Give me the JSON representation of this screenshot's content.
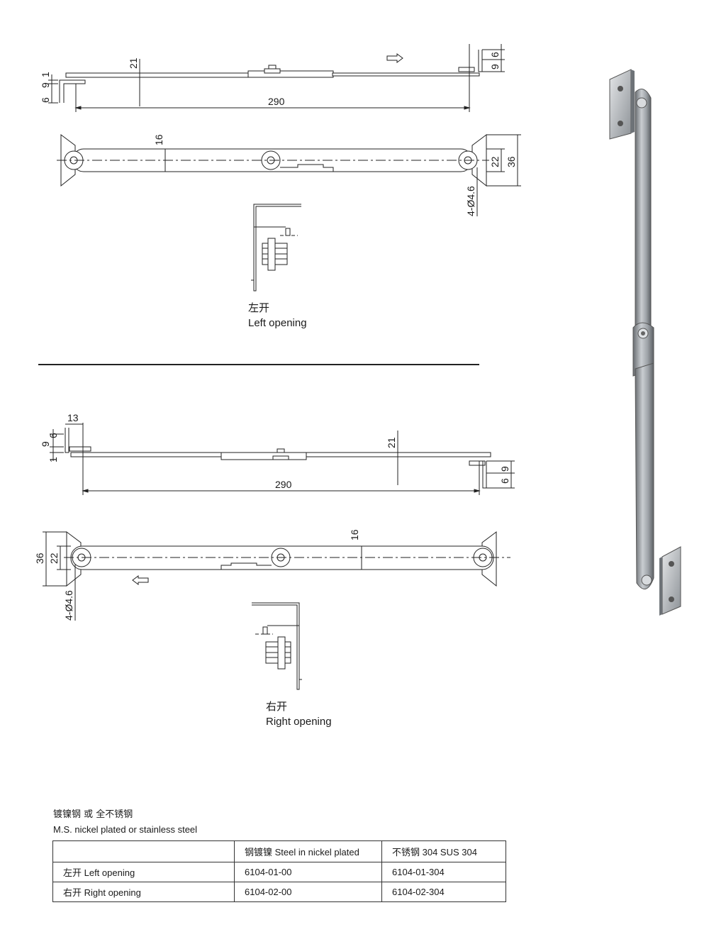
{
  "left_section": {
    "side_view": {
      "length_dim": "290",
      "height_dim": "21",
      "left_dims": [
        "9",
        "1",
        "6"
      ],
      "right_dims": [
        "9",
        "6"
      ]
    },
    "top_view": {
      "width_dim": "16",
      "hole_spacing_dim": "22",
      "plate_dim": "36",
      "hole_dim": "4-Ø4.6"
    },
    "caption_cn": "左开",
    "caption_en": "Left opening"
  },
  "right_section": {
    "side_view": {
      "length_dim": "290",
      "height_dim": "21",
      "offset_dim": "13",
      "left_dims": [
        "6",
        "9",
        "1"
      ],
      "right_dims": [
        "9",
        "6"
      ]
    },
    "top_view": {
      "width_dim": "16",
      "hole_spacing_dim": "22",
      "plate_dim": "36",
      "hole_dim": "4-Ø4.6"
    },
    "caption_cn": "右开",
    "caption_en": "Right opening"
  },
  "material": {
    "cn": "镀镍钢 或 全不锈钢",
    "en": "M.S. nickel plated or stainless steel"
  },
  "table": {
    "header": [
      "",
      "钢镀镍 Steel in nickel plated",
      "不锈钢 304 SUS 304"
    ],
    "rows": [
      [
        "左开 Left opening",
        "6104-01-00",
        "6104-01-304"
      ],
      [
        "右开 Right opening",
        "6104-02-00",
        "6104-02-304"
      ]
    ]
  }
}
